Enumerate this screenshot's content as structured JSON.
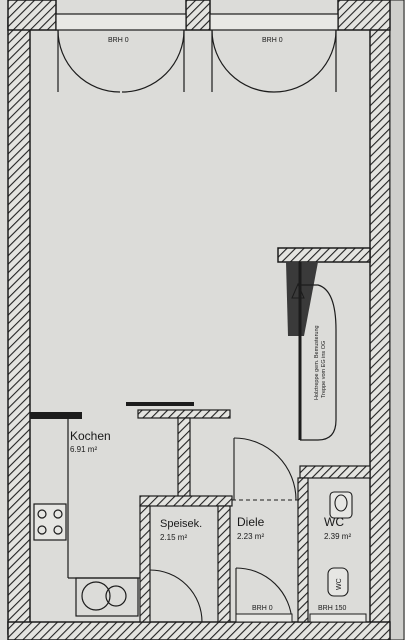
{
  "plan": {
    "rooms": [
      {
        "id": "kochen",
        "name": "Kochen",
        "area": "6.91 m²"
      },
      {
        "id": "speisek",
        "name": "Speisek.",
        "area": "2.15 m²"
      },
      {
        "id": "diele",
        "name": "Diele",
        "area": "2.23 m²"
      },
      {
        "id": "wc",
        "name": "WC",
        "area": "2.39 m²"
      }
    ],
    "brh_labels": {
      "top_left": "BRH 0",
      "top_right": "BRH 0",
      "bottom_left": "BRH 0",
      "bottom_right": "BRH 150"
    },
    "stair_note": {
      "line1": "Holztreppe gem. Bemusterung",
      "line2": "Treppe vom EG ins OG"
    },
    "wc_symbol": "WC",
    "colors": {
      "paper": "#d9d9d6",
      "wall": "#1c1c1c",
      "hatch": "#2a2a2a",
      "stair_fill": "#3a3a3a"
    }
  }
}
